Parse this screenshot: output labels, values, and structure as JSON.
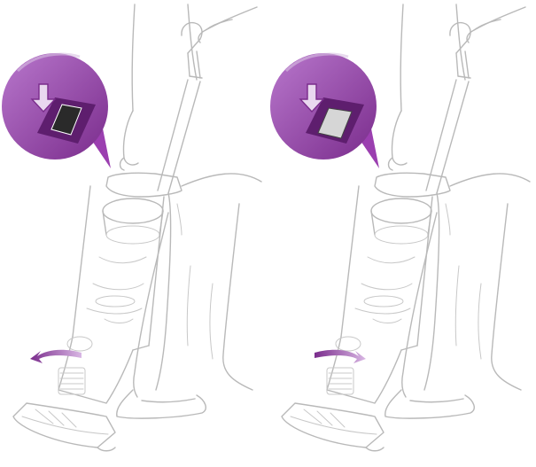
{
  "colors": {
    "accent_purple": "#9b3fb0",
    "accent_purple_dark": "#7a2c8c",
    "accent_purple_light": "#c48fd3",
    "line_art": "#b9b9b9",
    "background": "#ffffff"
  },
  "panels": [
    {
      "step": "switch-on",
      "switch_state": "on",
      "pedal_rotation": "counter-clockwise",
      "icons": [
        "switch-callout-icon",
        "press-down-arrow-icon",
        "rotate-arrow-icon",
        "vacuum-cleaner-icon"
      ]
    },
    {
      "step": "switch-off",
      "switch_state": "off",
      "pedal_rotation": "clockwise",
      "icons": [
        "switch-callout-icon",
        "press-down-arrow-icon",
        "rotate-arrow-icon",
        "vacuum-cleaner-icon"
      ]
    }
  ]
}
